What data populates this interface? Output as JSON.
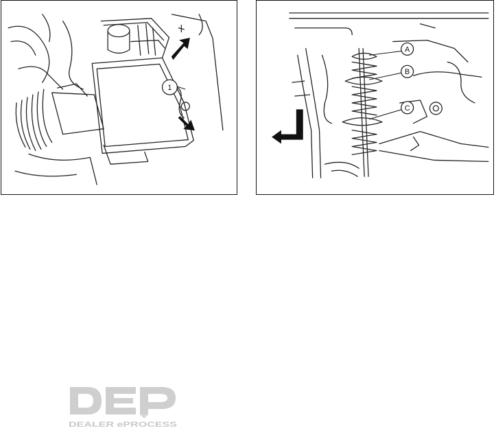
{
  "figure_left": {
    "callouts": [
      {
        "label": "1"
      }
    ]
  },
  "figure_right": {
    "callouts": [
      {
        "label": "A"
      },
      {
        "label": "B"
      },
      {
        "label": "C"
      }
    ]
  },
  "logo": {
    "mark": "DEP",
    "wordmark": "DEALER ePROCESS",
    "color": "#c9c9c9"
  }
}
